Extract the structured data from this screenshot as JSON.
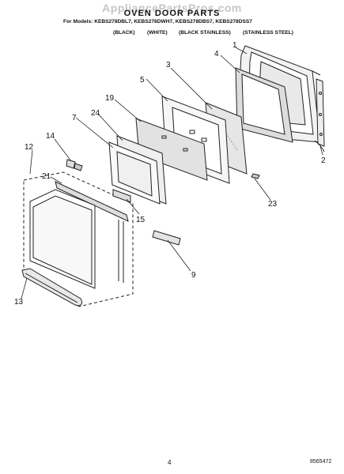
{
  "watermark": "AppliancePartsPros.com",
  "title": "OVEN DOOR PARTS",
  "models_line": "For Models: KEBS278DBL7, KEBS278DWH7, KEBS278DBS7, KEBS278DSS7",
  "colors": [
    "(BLACK)",
    "(WHITE)",
    "(BLACK STAINLESS)",
    "(STAINLESS STEEL)"
  ],
  "callouts": [
    "1",
    "2",
    "3",
    "4",
    "5",
    "19",
    "7",
    "24",
    "14",
    "12",
    "21",
    "15",
    "23",
    "9",
    "13"
  ],
  "page_number": "4",
  "doc_number": "8565472"
}
